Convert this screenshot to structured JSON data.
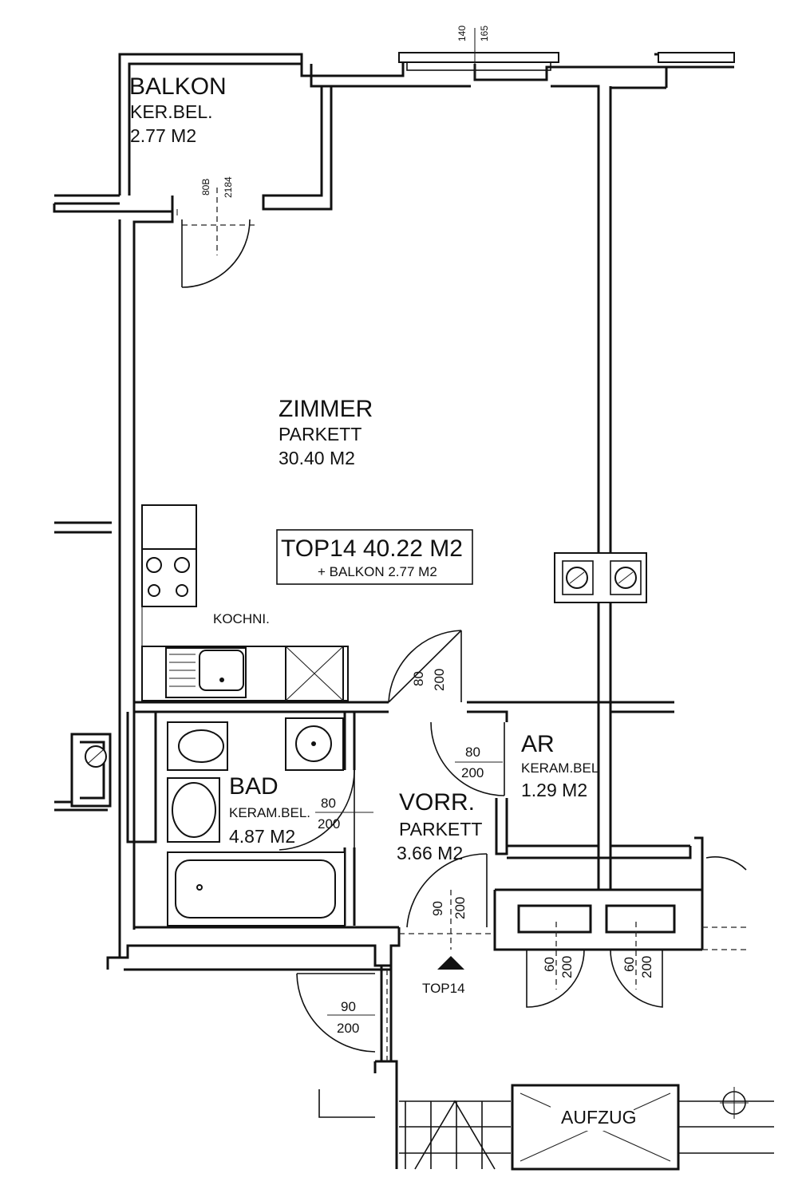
{
  "rooms": {
    "balkon": {
      "name": "BALKON",
      "floor": "KER.BEL.",
      "area": "2.77  M2"
    },
    "zimmer": {
      "name": "ZIMMER",
      "floor": "PARKETT",
      "area": "30.40  M2"
    },
    "kochni": {
      "name": "KOCHNI."
    },
    "bad": {
      "name": "BAD",
      "floor": "KERAM.BEL.",
      "area": "4.87  M2"
    },
    "vorr": {
      "name": "VORR.",
      "floor": "PARKETT",
      "area": "3.66  M2"
    },
    "ar": {
      "name": "AR",
      "floor": "KERAM.BEL",
      "area": "1.29  M2"
    },
    "aufzug": {
      "name": "AUFZUG"
    }
  },
  "summary": {
    "unit_area": "TOP14   40.22  M2",
    "balcony_note": "+ BALKON  2.77  M2"
  },
  "entrance": {
    "label": "TOP14"
  },
  "dimensions": {
    "window_top": {
      "width": "140",
      "height": "165"
    },
    "balcony_door": {
      "width": "80B",
      "height": "2184"
    },
    "door_zimmer": {
      "width": "80",
      "height": "200"
    },
    "door_ar": {
      "width": "80",
      "height": "200"
    },
    "door_bad": {
      "width": "80",
      "height": "200"
    },
    "door_entry": {
      "width": "90",
      "height": "200"
    },
    "door_hall": {
      "width": "90",
      "height": "200"
    },
    "door_shaft_1": {
      "width": "60",
      "height": "200"
    },
    "door_shaft_2": {
      "width": "60",
      "height": "200"
    }
  },
  "colors": {
    "line": "#111111",
    "background": "#ffffff"
  }
}
